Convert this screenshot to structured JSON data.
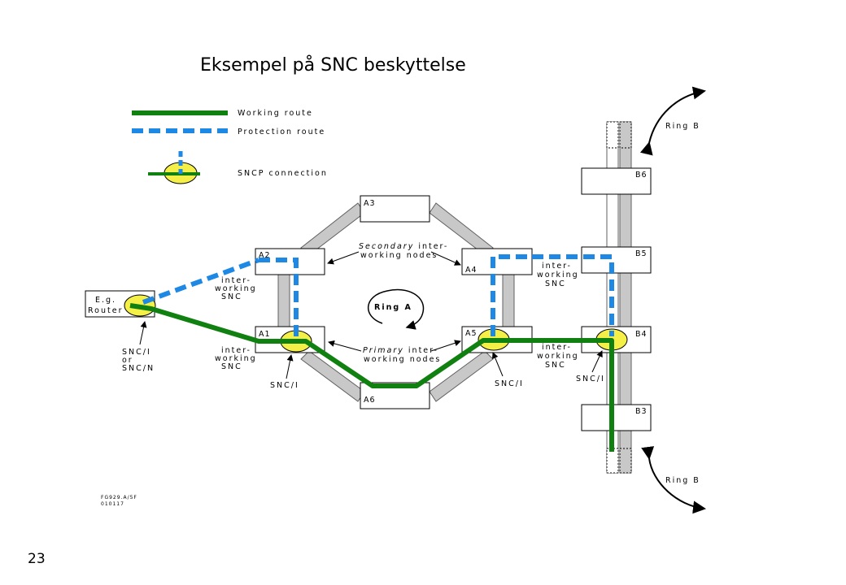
{
  "title": "Eksempel på SNC beskyttelse",
  "page_number": "23",
  "legend": {
    "working_route": "Working route",
    "protection_route": "Protection route",
    "sncp_connection": "SNCP connection"
  },
  "colors": {
    "working": "#108010",
    "protection": "#1e88e5",
    "sncp_fill": "#f5f048",
    "ring_gray": "#c8c8c8"
  },
  "ring_a": {
    "label": "Ring A",
    "nodes": {
      "a1": "A1",
      "a2": "A2",
      "a3": "A3",
      "a4": "A4",
      "a5": "A5",
      "a6": "A6"
    }
  },
  "ring_b": {
    "label_top": "Ring B",
    "label_bottom": "Ring B",
    "nodes": {
      "b3": "B3",
      "b4": "B4",
      "b5": "B5",
      "b6": "B6"
    }
  },
  "router": {
    "line1": "E.g.",
    "line2": "Router"
  },
  "annotations": {
    "secondary_italic": "Secondary",
    "secondary_rest": " inter-",
    "secondary_line2": "working nodes",
    "primary_italic": "Primary",
    "primary_rest": " inter-",
    "primary_line2": "working nodes",
    "iw_left_top": [
      "inter-",
      "working",
      "SNC"
    ],
    "iw_left_bottom": [
      "inter-",
      "working",
      "SNC"
    ],
    "iw_right_top": [
      "inter-",
      "working",
      "SNC"
    ],
    "iw_right_bottom": [
      "inter-",
      "working",
      "SNC"
    ],
    "snci_a1": "SNC/I",
    "snci_a5": "SNC/I",
    "snci_b4": "SNC/I",
    "router_snc": [
      "SNC/I",
      "or",
      "SNC/N"
    ]
  },
  "figure_ref": {
    "line1": "FG929.A/5F",
    "line2": "010117"
  }
}
